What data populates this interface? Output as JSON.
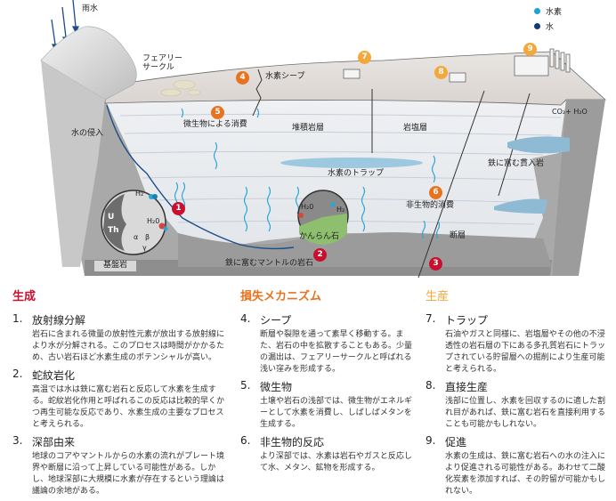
{
  "legend": [
    {
      "label": "水素",
      "color": "#1aa3d9"
    },
    {
      "label": "水",
      "color": "#0d3c78"
    }
  ],
  "diagram_labels": {
    "rain": "雨水",
    "fairy_circle": "フェアリー\nサークル",
    "hydrogen_seep": "水素シープ",
    "microbial_consumption": "微生物による消費",
    "sedimentary_layer": "堆積岩層",
    "salt_layer": "岩塩層",
    "water_intrusion": "水の侵入",
    "hydrogen_trap": "水素のトラップ",
    "iron_intrusive_rock": "鉄に富む貫入岩",
    "abiotic_consumption": "非生物的消費",
    "fault": "断層",
    "olivine": "かんらん石",
    "iron_mantle_rock": "鉄に富むマントルの岩石",
    "basement_rock": "基盤岩",
    "co2_h2o": "CO₂+ H₂O",
    "h2": "H₂",
    "h2o": "H₂0",
    "uranium": "U",
    "thorium": "Th",
    "alpha": "α",
    "beta": "β",
    "gamma": "γ"
  },
  "badges": [
    "1",
    "2",
    "3",
    "4",
    "5",
    "6",
    "7",
    "8",
    "9"
  ],
  "colors": {
    "generation": "#c8102e",
    "loss": "#e8731e",
    "production": "#f2a83a"
  },
  "sections": [
    {
      "title": "生成",
      "items": [
        {
          "num": "1.",
          "title": "放射線分解",
          "desc": "岩石に含まれる微量の放射性元素が放出する放射線により水が分解される。このプロセスは時間がかかるため、古い岩石ほど水素生成のポテンシャルが高い。"
        },
        {
          "num": "2.",
          "title": "蛇紋岩化",
          "desc": "高温では水は鉄に富む岩石と反応して水素を生成する。蛇紋岩化作用と呼ばれるこの反応は比較的早くかつ再生可能な反応であり、水素生成の主要なプロセスと考えられる。"
        },
        {
          "num": "3.",
          "title": "深部由来",
          "desc": "地球のコアやマントルからの水素の流れがプレート境界や断層に沿って上昇している可能性がある。しかし、地球深部に大規模に水素が存在するという理論は議論の余地がある。"
        }
      ]
    },
    {
      "title": "損失メカニズム",
      "items": [
        {
          "num": "4.",
          "title": "シープ",
          "desc": "断層や裂隙を通って素早く移動する。また、岩石の中を拡散することもある。少量の漏出は、フェアリーサークルと呼ばれる浅い窪みを形成する。"
        },
        {
          "num": "5.",
          "title": "微生物",
          "desc": "土壌や岩石の浅部では、微生物がエネルギーとして水素を消費し、しばしばメタンを生成する。"
        },
        {
          "num": "6.",
          "title": "非生物的反応",
          "desc": "より深部では、水素は岩石やガスと反応して水、メタン、鉱物を形成する。"
        }
      ]
    },
    {
      "title": "生産",
      "items": [
        {
          "num": "7.",
          "title": "トラップ",
          "desc": "石油やガスと同様に、岩塩層やその他の不浸透性の岩石層の下にある多孔質岩石にトラップされている貯留層への掘削により生産可能と考えられる。"
        },
        {
          "num": "8.",
          "title": "直接生産",
          "desc": "浅部に位置し、水素を回収するのに適した割れ目があれば、鉄に富む岩石を直接利用することも可能かもしれない。"
        },
        {
          "num": "9.",
          "title": "促進",
          "desc": "水素の生成は、鉄に富む岩石への水の注入により促進される可能性がある。あわせて二酸化炭素を添加すれば、その貯留が可能かもしれない。"
        }
      ]
    }
  ]
}
